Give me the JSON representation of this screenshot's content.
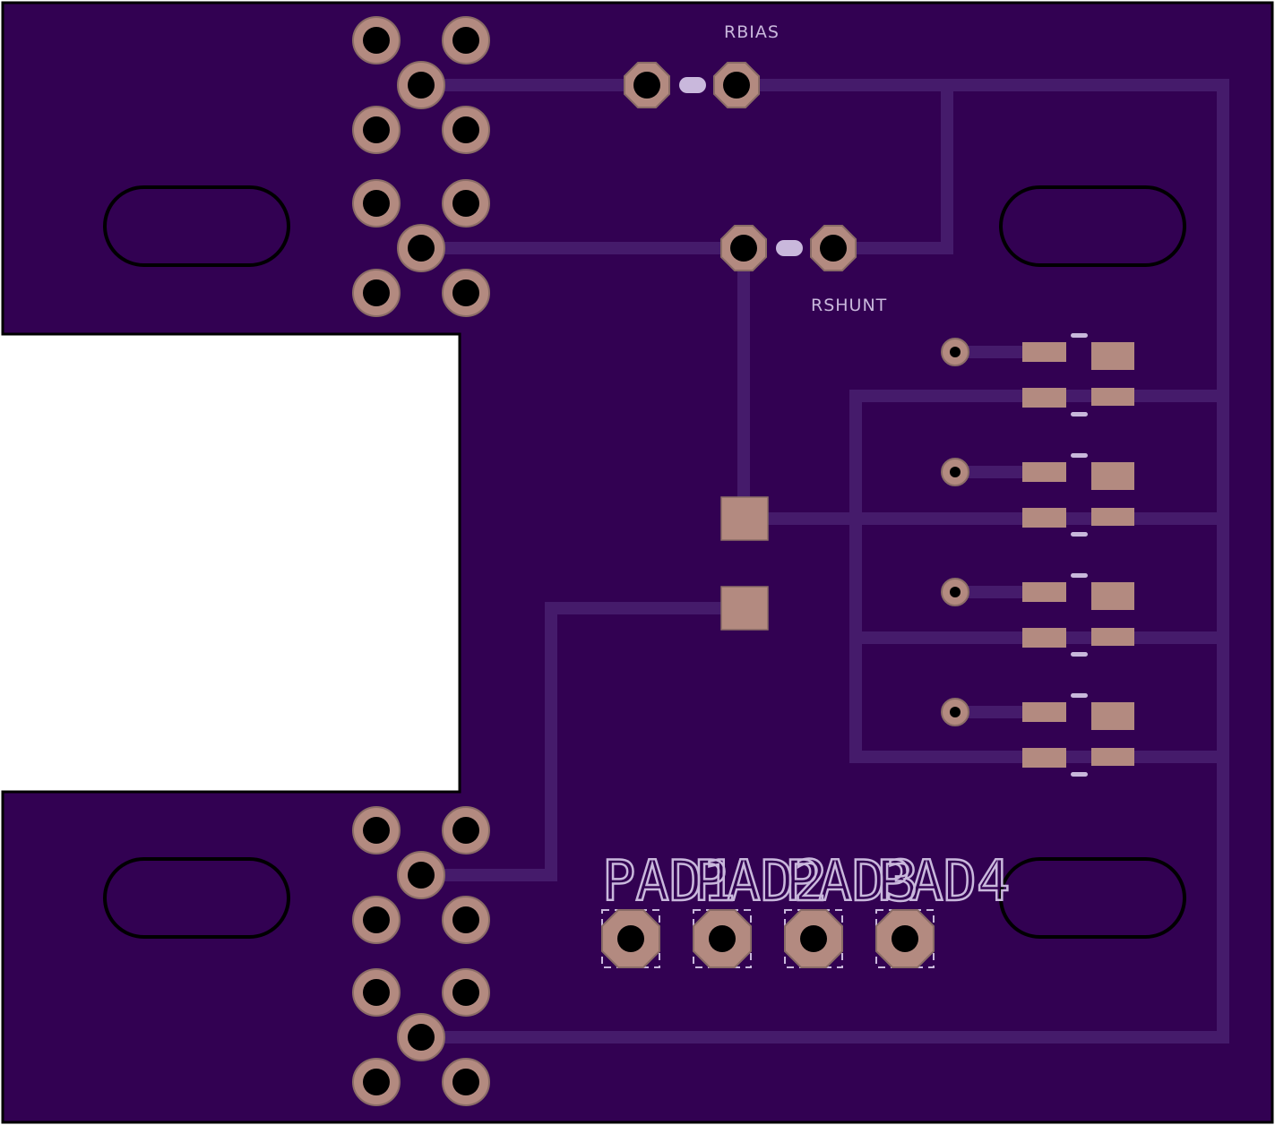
{
  "board": {
    "background_color": "#ffffff",
    "substrate_color": "#320152",
    "trace_color": "#451b6b",
    "pad_color": "#b38a80",
    "silkscreen_color": "#c9b8dc",
    "outline_color": "#000000"
  },
  "labels": {
    "rbias": "RBIAS",
    "rshunt": "RSHUNT",
    "pad1": "PAD1",
    "pad2": "PAD2",
    "pad3": "PAD3",
    "pad4": "PAD4"
  },
  "icons": {
    "through_hole_pad": "through-hole-pad-icon",
    "smd_pad": "smd-pad-icon",
    "mounting_slot": "mounting-slot-icon"
  }
}
